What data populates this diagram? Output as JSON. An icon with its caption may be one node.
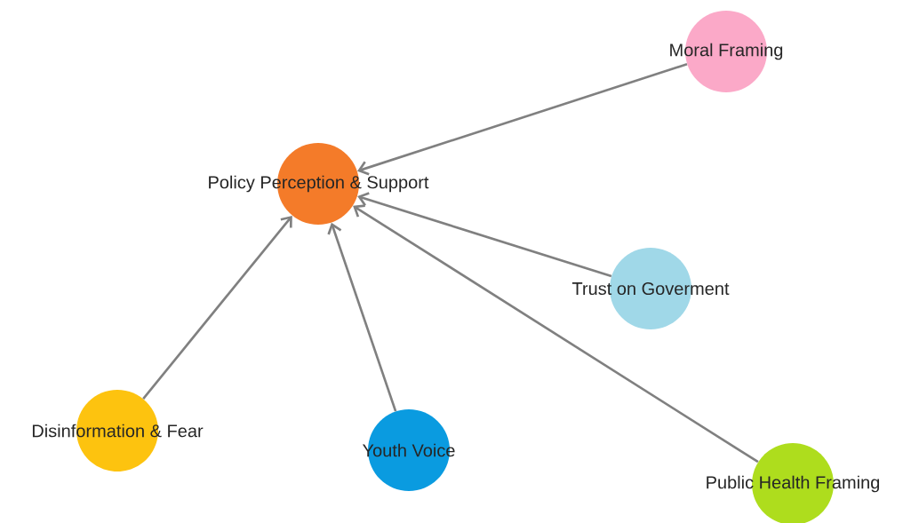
{
  "diagram": {
    "nodes": [
      {
        "text": [
          "Moral Framing"
        ]
      },
      {
        "text": [
          "Policy Perception & Support"
        ]
      },
      {
        "text": [
          "Trust on Goverment"
        ]
      },
      {
        "text": [
          "Disinformation & Fear"
        ]
      },
      {
        "text": [
          "Youth Voice"
        ]
      },
      {
        "text": [
          "Public Health Framing"
        ]
      }
    ],
    "edges": [
      {
        "from": 0,
        "to": 1,
        "arrow": "to"
      },
      {
        "from": 2,
        "to": 1,
        "arrow": "to"
      },
      {
        "from": 3,
        "to": 1,
        "arrow": "to"
      },
      {
        "from": 4,
        "to": 1,
        "arrow": "to"
      },
      {
        "from": 5,
        "to": 1,
        "arrow": "to"
      }
    ]
  }
}
